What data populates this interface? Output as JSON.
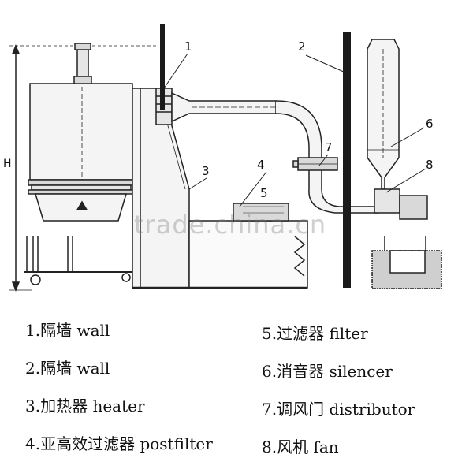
{
  "dimension_label": "H",
  "callouts": [
    "1",
    "2",
    "3",
    "4",
    "5",
    "6",
    "7",
    "8"
  ],
  "watermark": "trade.china.cn",
  "legend": [
    {
      "number": "1.",
      "zh": "隔墙",
      "en": "wall"
    },
    {
      "number": "2.",
      "zh": "隔墙",
      "en": "wall"
    },
    {
      "number": "3.",
      "zh": "加热器",
      "en": "heater"
    },
    {
      "number": "4.",
      "zh": "亚高效过滤器",
      "en": "postfilter"
    },
    {
      "number": "5.",
      "zh": "过滤器",
      "en": "filter"
    },
    {
      "number": "6.",
      "zh": "消音器",
      "en": "silencer"
    },
    {
      "number": "7.",
      "zh": "调风门",
      "en": "distributor"
    },
    {
      "number": "8.",
      "zh": "风机",
      "en": "fan"
    }
  ],
  "colors": {
    "line": "#222222",
    "fill_light": "#f4f4f4",
    "fill_mid": "#d9d9d9",
    "wall": "#1a1a1a"
  }
}
